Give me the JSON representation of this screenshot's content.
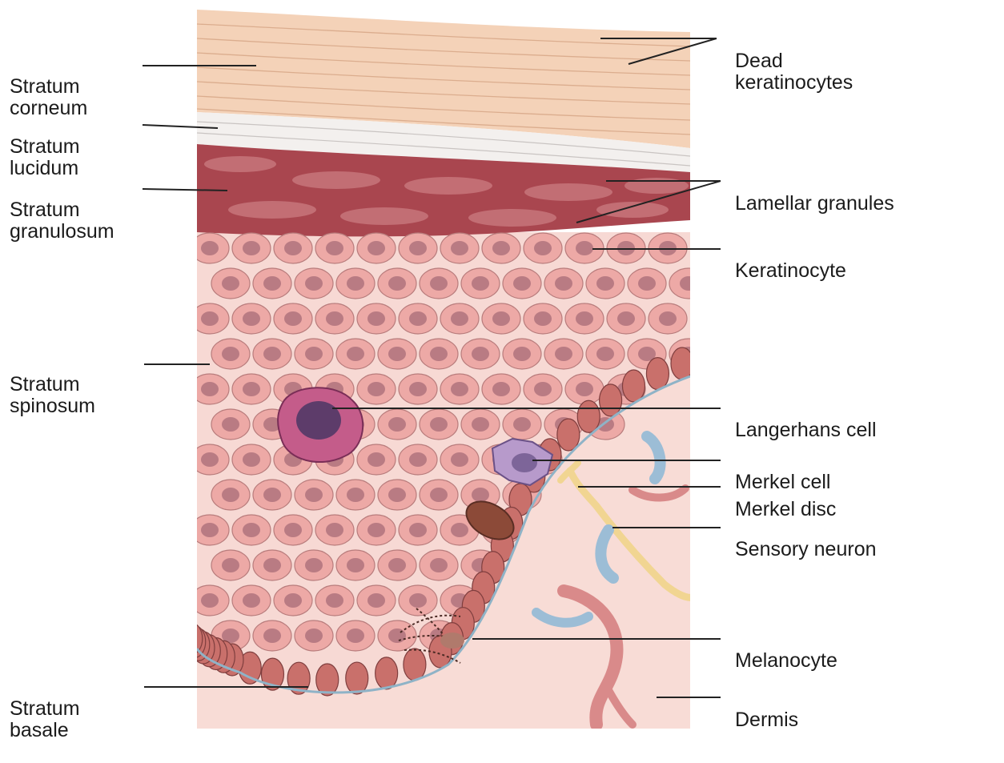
{
  "left_labels": [
    {
      "line1": "Stratum",
      "line2": "corneum"
    },
    {
      "line1": "Stratum",
      "line2": "lucidum"
    },
    {
      "line1": "Stratum",
      "line2": "granulosum"
    },
    {
      "line1": "Stratum",
      "line2": "spinosum"
    },
    {
      "line1": "Stratum",
      "line2": "basale"
    }
  ],
  "right_labels": [
    {
      "line1": "Dead",
      "line2": "keratinocytes"
    },
    {
      "line1": "Lamellar granules"
    },
    {
      "line1": "Keratinocyte"
    },
    {
      "line1": "Langerhans cell"
    },
    {
      "line1": "Merkel cell"
    },
    {
      "line1": "Merkel disc"
    },
    {
      "line1": "Sensory neuron"
    },
    {
      "line1": "Melanocyte"
    },
    {
      "line1": "Dermis"
    }
  ],
  "colors": {
    "corneum": "#f4d2b8",
    "lucidum": "#f3f0ee",
    "granulosum": "#a9464f",
    "spinosum_cell": "#eda9a6",
    "cell_nucleus": "#b97b83",
    "basale_cell": "#c9706b",
    "dermis": "#f8dcd6",
    "langerhans": "#8e3f78",
    "merkel_cell": "#b79acb",
    "neuron": "#f1d592",
    "vessel_blue": "#9cbdd6",
    "vessel_red": "#d98a8a",
    "leader": "#222222"
  }
}
